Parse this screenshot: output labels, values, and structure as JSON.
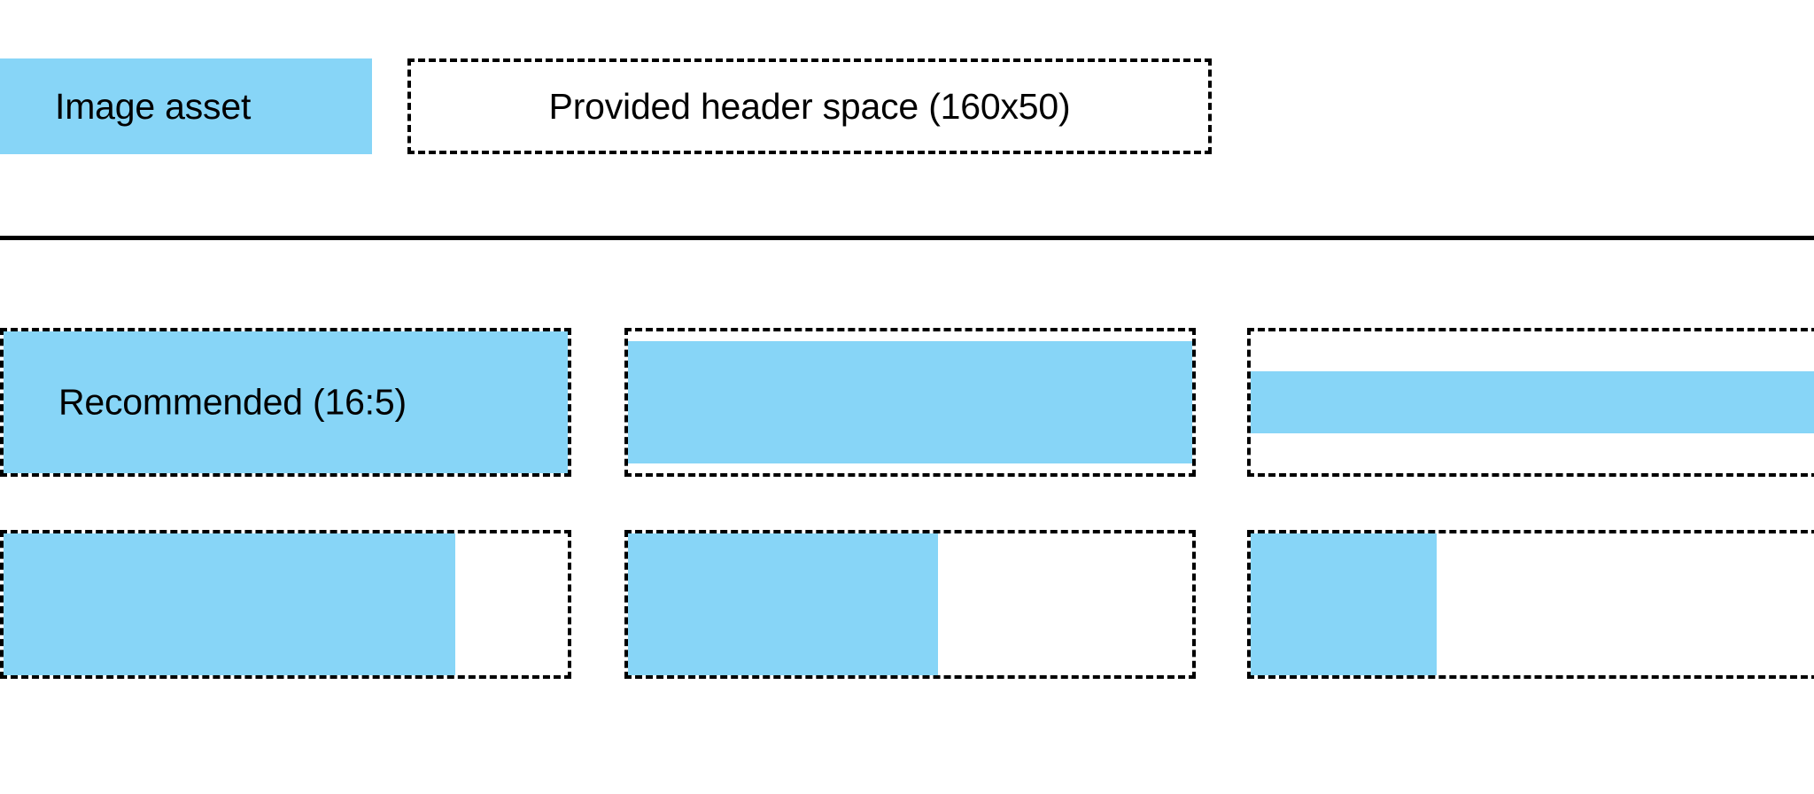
{
  "legend": {
    "asset_label": "Image asset",
    "asset_swatch_color": "#87d5f7",
    "space_label": "Provided header space (160x50)",
    "space_border_color": "#000000"
  },
  "divider": {
    "color": "#000000"
  },
  "samples": {
    "rows": [
      {
        "row_name": "aspect-ratio-row-top",
        "slots": [
          {
            "name": "slot-recommended-16-5",
            "label": "Recommended (16:5)",
            "fill": {
              "left_pct": 0,
              "top_pct": 0,
              "width_pct": 100,
              "height_pct": 100
            }
          },
          {
            "name": "slot-taller-ratio",
            "label": "",
            "fill": {
              "left_pct": 0,
              "top_pct": 7,
              "width_pct": 100,
              "height_pct": 86
            }
          },
          {
            "name": "slot-widest-ratio",
            "label": "",
            "fill": {
              "left_pct": 0,
              "top_pct": 28,
              "width_pct": 100,
              "height_pct": 44
            }
          }
        ]
      },
      {
        "row_name": "aspect-ratio-row-bottom",
        "slots": [
          {
            "name": "slot-narrow-80",
            "label": "",
            "fill": {
              "left_pct": 0,
              "top_pct": 0,
              "width_pct": 80,
              "height_pct": 100
            }
          },
          {
            "name": "slot-narrow-55",
            "label": "",
            "fill": {
              "left_pct": 0,
              "top_pct": 0,
              "width_pct": 55,
              "height_pct": 100
            }
          },
          {
            "name": "slot-narrow-33",
            "label": "",
            "fill": {
              "left_pct": 0,
              "top_pct": 0,
              "width_pct": 33,
              "height_pct": 100
            }
          }
        ]
      }
    ]
  }
}
